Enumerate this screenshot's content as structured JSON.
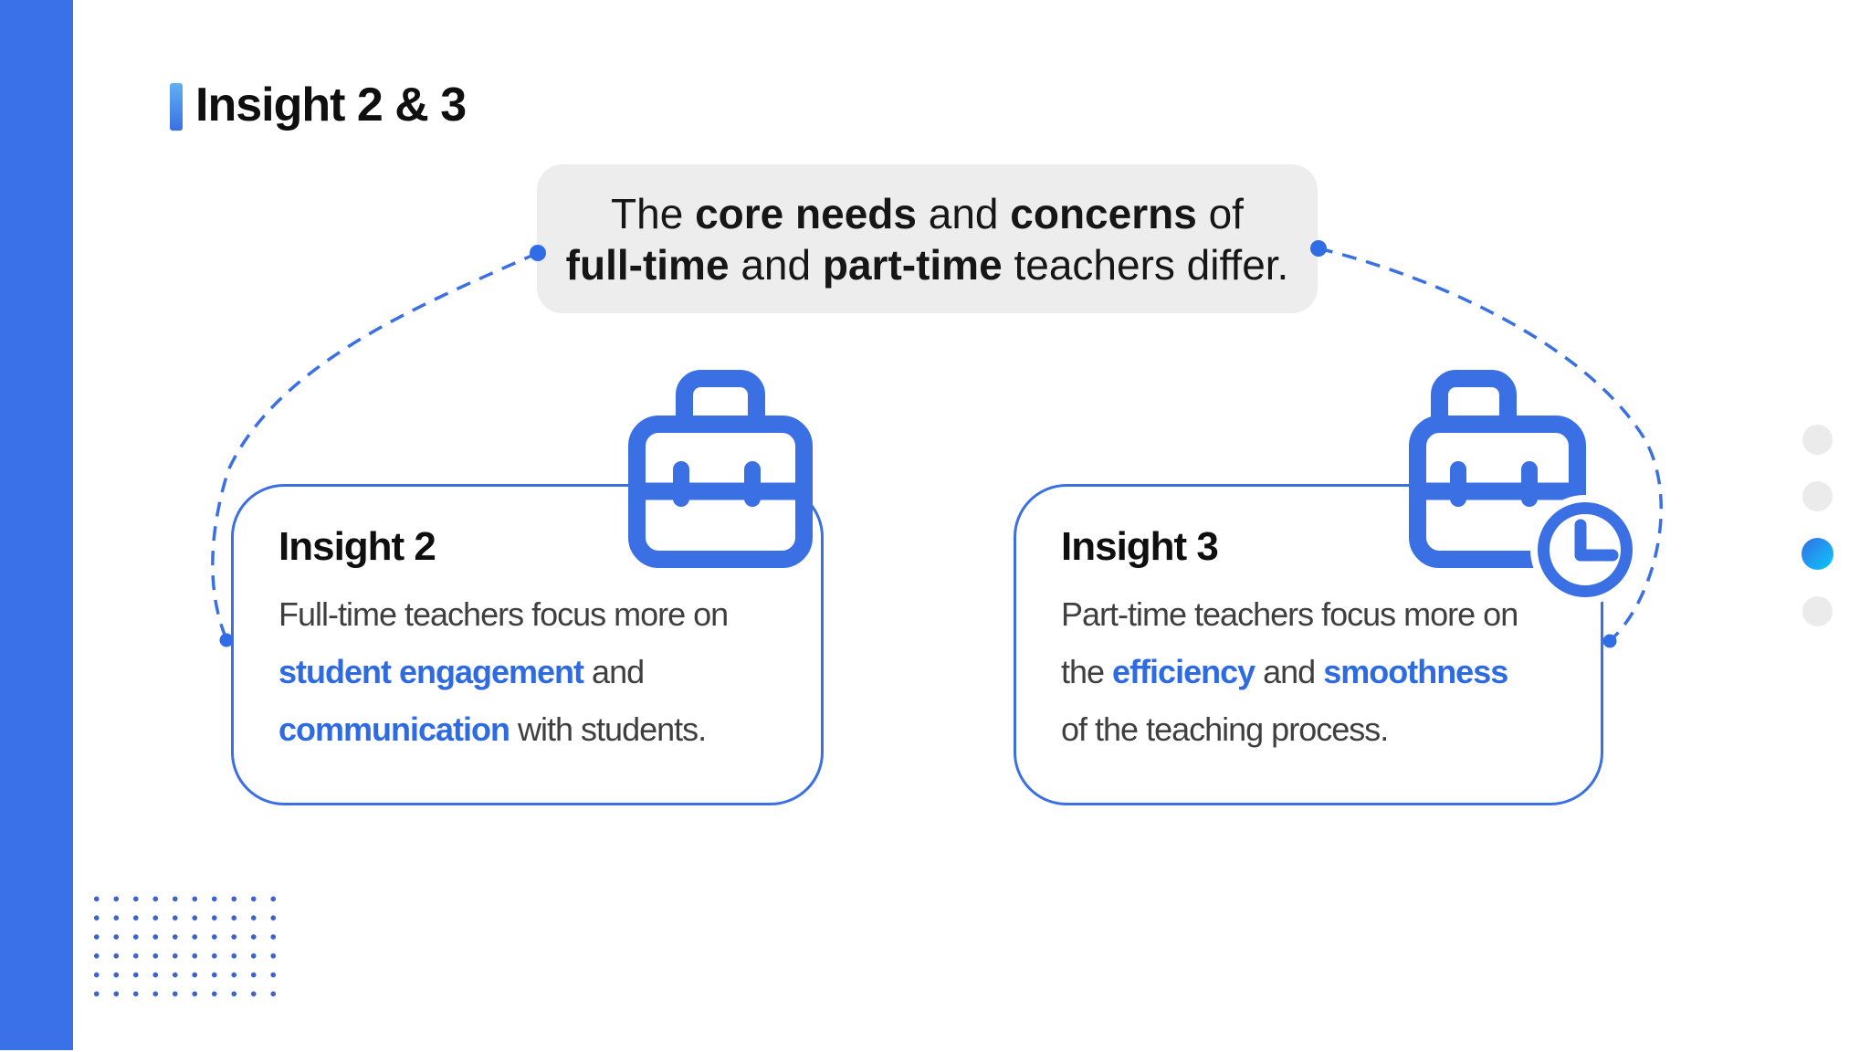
{
  "colors": {
    "accent-blue": "#3B70E4",
    "sidebar-blue": "#3A70E8",
    "text-blue": "#2E6BE2",
    "heading-black": "#0F0F0F",
    "body-gray": "#3F3F3F",
    "quote-bg": "#EDEDED",
    "dot-gray": "#EBEBEB",
    "grid-dot-blue": "#3C63CC",
    "gradient-light": "#5FB0F2",
    "gradient-cyan": "#0EC1F6",
    "endpoint-dot-blue": "#2F6CE6"
  },
  "title": "Insight 2 & 3",
  "quote": {
    "lines": [
      [
        {
          "t": "The "
        },
        {
          "t": "core needs",
          "bold": true
        },
        {
          "t": " and "
        },
        {
          "t": "concerns",
          "bold": true
        },
        {
          "t": " of"
        }
      ],
      [
        {
          "t": "full-time",
          "bold": true
        },
        {
          "t": " and "
        },
        {
          "t": "part-time",
          "bold": true
        },
        {
          "t": " teachers differ."
        }
      ]
    ]
  },
  "cards": [
    {
      "heading": "Insight 2",
      "icon": "briefcase-icon",
      "lines": [
        [
          {
            "t": "Full-time teachers focus more on"
          }
        ],
        [
          {
            "t": "student engagement",
            "blue": true
          },
          {
            "t": " and"
          }
        ],
        [
          {
            "t": "communication",
            "blue": true
          },
          {
            "t": " with students."
          }
        ]
      ]
    },
    {
      "heading": "Insight 3",
      "icon": "briefcase-clock-icon",
      "lines": [
        [
          {
            "t": "Part-time teachers focus more on"
          }
        ],
        [
          {
            "t": "the "
          },
          {
            "t": "efficiency",
            "blue": true
          },
          {
            "t": " and "
          },
          {
            "t": "smoothness",
            "blue": true
          }
        ],
        [
          {
            "t": "of the teaching process."
          }
        ]
      ]
    }
  ],
  "nav": {
    "count": 4,
    "active_index": 2
  }
}
